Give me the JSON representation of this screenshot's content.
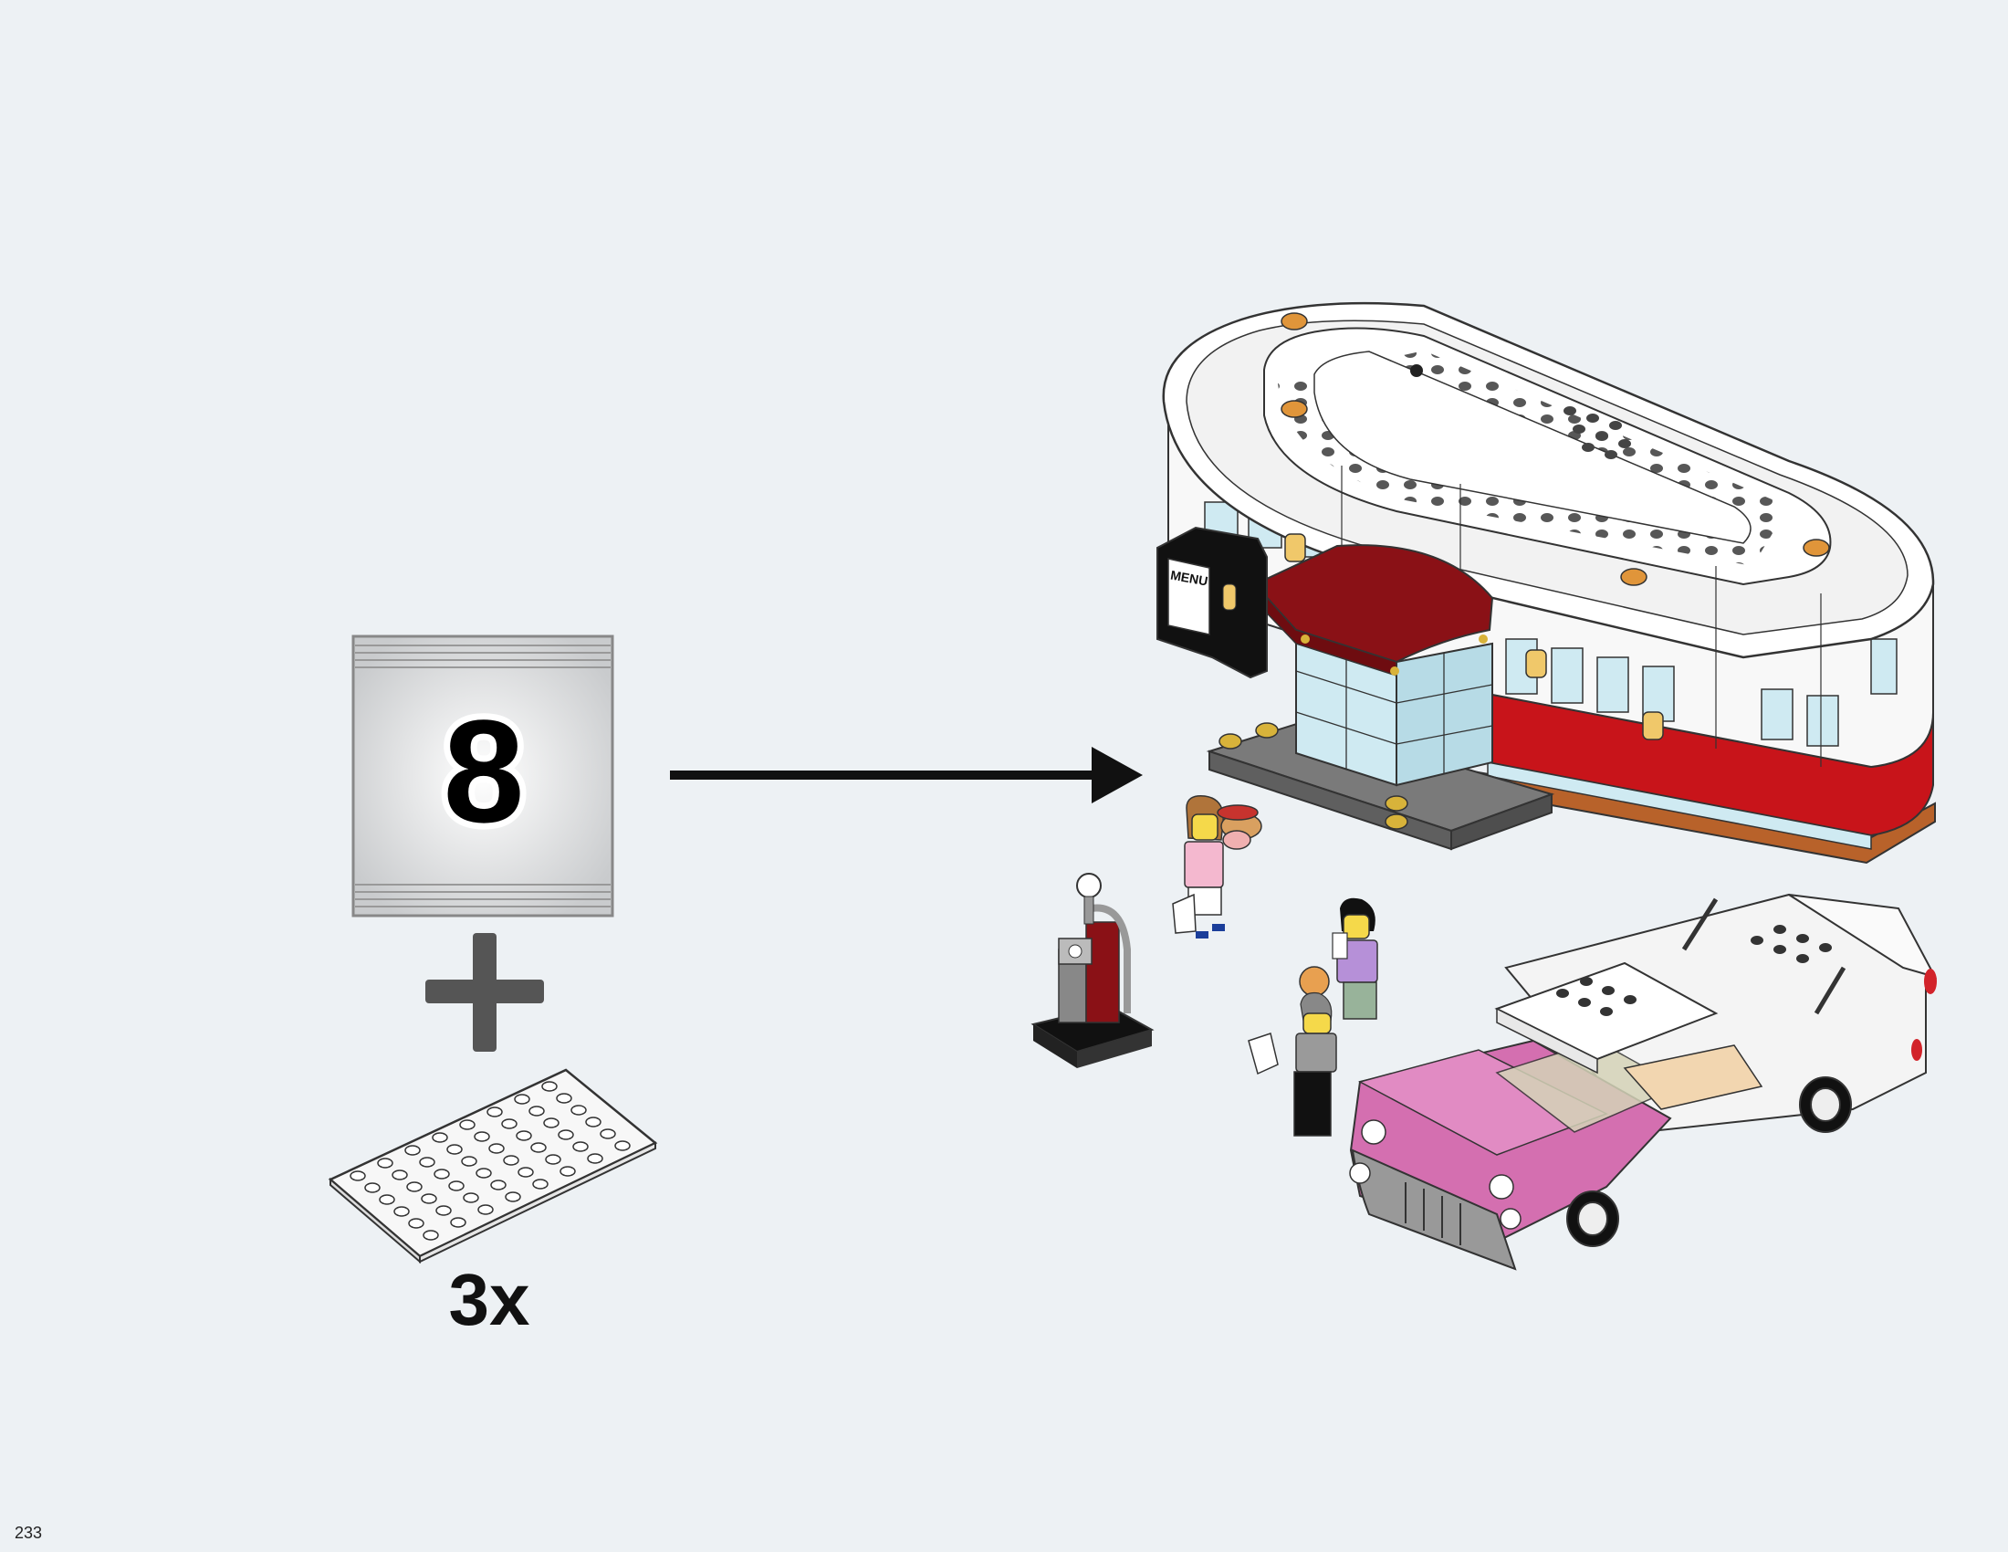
{
  "step": {
    "bag_number": "8",
    "quantity": "3x",
    "part": "white-plate-icon"
  },
  "illustration": {
    "menu_sign": "MENU"
  },
  "page": {
    "number": "233"
  },
  "colors": {
    "background": "#edf1f4",
    "diner_red": "#c8141a",
    "awning_red": "#8a1116",
    "car_pink": "#d46fb0",
    "glass": "#cfeaf2"
  }
}
